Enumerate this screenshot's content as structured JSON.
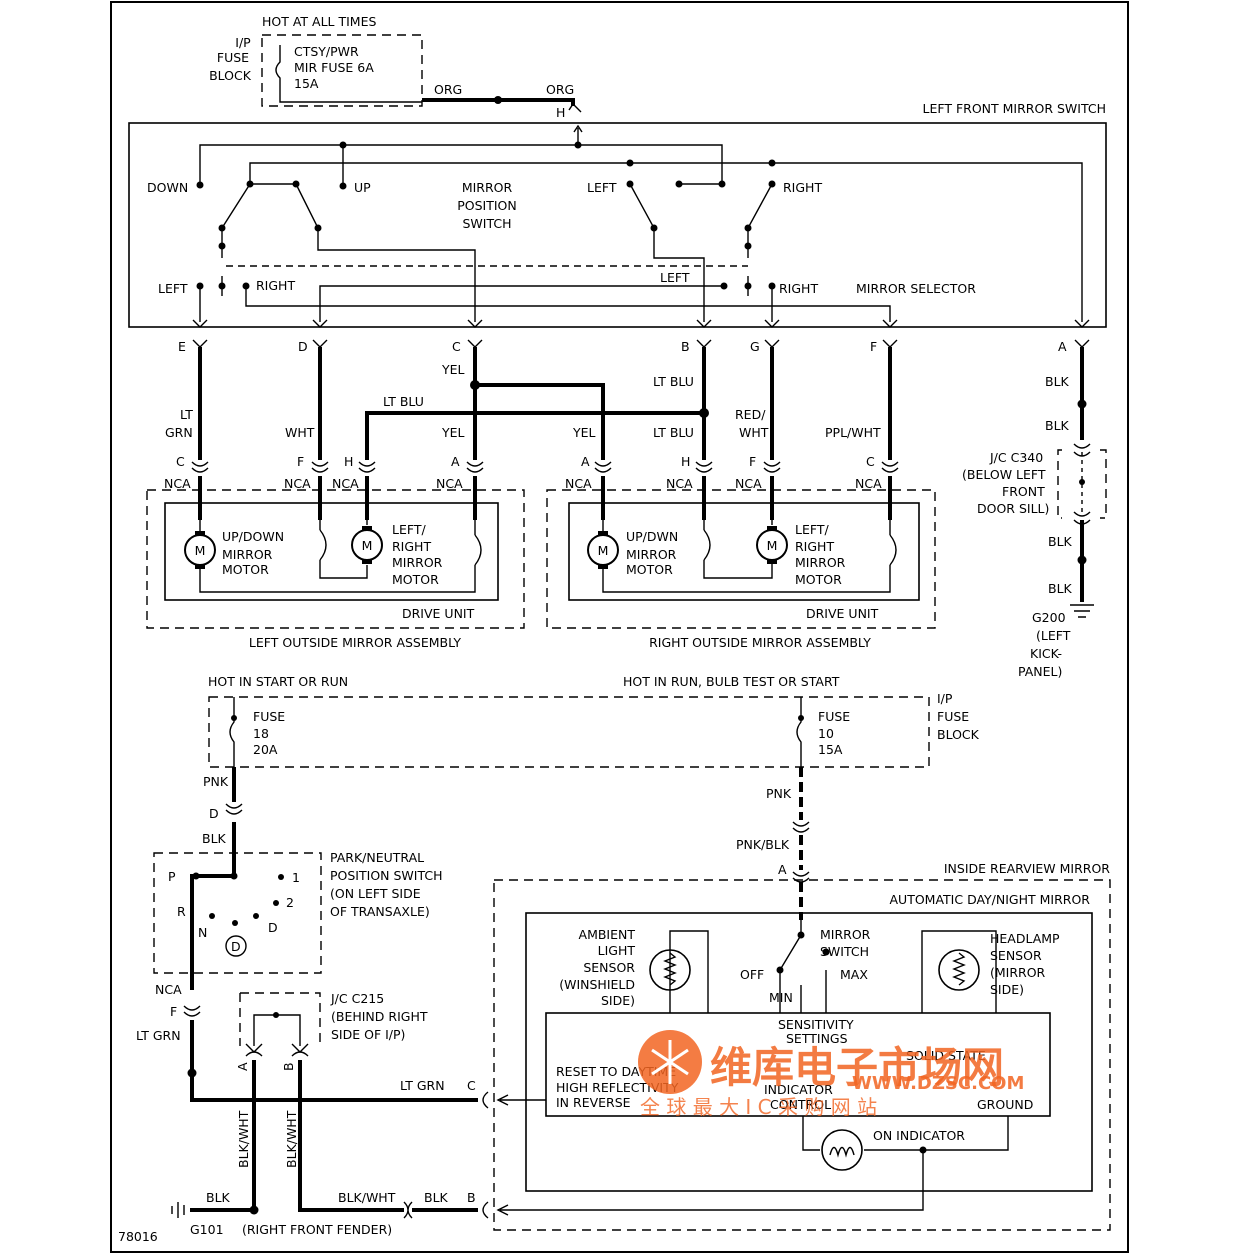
{
  "document_id": "78016",
  "colors": {
    "ink": "#000000",
    "background": "#ffffff",
    "watermark": "#f26522"
  },
  "top": {
    "ip_fuse_block": [
      "I/P",
      "FUSE",
      "BLOCK"
    ],
    "hot_at_all_times": "HOT AT ALL TIMES",
    "ctsy_fuse": [
      "CTSY/PWR",
      "MIR FUSE 6A",
      "15A"
    ],
    "org_left": "ORG",
    "org_right": "ORG",
    "pin_h": "H",
    "left_front_mirror_switch": "LEFT FRONT MIRROR SWITCH",
    "down": "DOWN",
    "up": "UP",
    "mirror_position_switch": [
      "MIRROR",
      "POSITION",
      "SWITCH"
    ],
    "left_top": "LEFT",
    "right_top": "RIGHT",
    "left_sel_a": "LEFT",
    "right_sel_a": "RIGHT",
    "left_sel_b": "LEFT",
    "right_sel_b": "RIGHT",
    "mirror_selector": "MIRROR SELECTOR",
    "pins": [
      "E",
      "D",
      "C",
      "B",
      "G",
      "F",
      "A"
    ],
    "lt_grn": [
      "LT",
      "GRN"
    ],
    "wht": "WHT",
    "lt_blu_top": "LT BLU",
    "yel_c": "YEL",
    "yel_a": "YEL",
    "lt_blu_b": "LT BLU",
    "yel_right": "YEL",
    "lt_blu_h": "LT BLU",
    "red_wht": [
      "RED/",
      "WHT"
    ],
    "ppl_wht": "PPL/WHT",
    "blk_1": "BLK",
    "blk_2": "BLK",
    "jc_c340": [
      "J/C C340",
      "(BELOW LEFT",
      "FRONT",
      "DOOR SILL)"
    ],
    "blk_3": "BLK",
    "blk_4": "BLK",
    "g200": [
      "G200",
      "(LEFT",
      "KICK-",
      "PANEL)"
    ],
    "conn_left": [
      "C",
      "F",
      "H",
      "A"
    ],
    "conn_right": [
      "A",
      "H",
      "F",
      "C"
    ],
    "nca": "NCA",
    "updown_motor_left": [
      "UP/DOWN",
      "MIRROR",
      "MOTOR"
    ],
    "leftright_motor_left": [
      "LEFT/",
      "RIGHT",
      "MIRROR",
      "MOTOR"
    ],
    "updown_motor_right": [
      "UP/DWN",
      "MIRROR",
      "MOTOR"
    ],
    "leftright_motor_right": [
      "LEFT/",
      "RIGHT",
      "MIRROR",
      "MOTOR"
    ],
    "motor_symbol": "M",
    "drive_unit": "DRIVE UNIT",
    "left_outside_assembly": "LEFT OUTSIDE MIRROR ASSEMBLY",
    "right_outside_assembly": "RIGHT OUTSIDE MIRROR ASSEMBLY"
  },
  "bottom": {
    "hot_start_run": "HOT IN START OR RUN",
    "hot_run_bulb": "HOT IN RUN, BULB TEST OR START",
    "fuse_18": [
      "FUSE",
      "18",
      "20A"
    ],
    "fuse_10": [
      "FUSE",
      "10",
      "15A"
    ],
    "ip_fuse_block": [
      "I/P",
      "FUSE",
      "BLOCK"
    ],
    "pnk_left": "PNK",
    "pin_d": "D",
    "blk_park": "BLK",
    "pnk_right": "PNK",
    "pnk_blk": "PNK/BLK",
    "pin_a": "A",
    "park_neutral": [
      "PARK/NEUTRAL",
      "POSITION SWITCH",
      "(ON LEFT SIDE",
      "OF TRANSAXLE)"
    ],
    "gears": [
      "P",
      "1",
      "2",
      "R",
      "N",
      "D",
      "D"
    ],
    "nca": "NCA",
    "pin_f": "F",
    "lt_grn": "LT GRN",
    "jc_c215": [
      "J/C C215",
      "(BEHIND RIGHT",
      "SIDE OF I/P)"
    ],
    "pin_ab": [
      "A",
      "B"
    ],
    "blk_wht_a": "BLK/WHT",
    "blk_wht_b": "BLK/WHT",
    "lt_grn_c": "LT GRN",
    "pin_c": "C",
    "blk_g101": "BLK",
    "g101": "G101",
    "right_front_fender": "(RIGHT FRONT FENDER)",
    "blk_wht_bottom": "BLK/WHT",
    "blk_bottom": "BLK",
    "pin_b": "B",
    "inside_rearview_mirror": "INSIDE REARVIEW MIRROR",
    "automatic_day_night": "AUTOMATIC DAY/NIGHT MIRROR",
    "ambient_light_sensor": [
      "AMBIENT",
      "LIGHT",
      "SENSOR",
      "(WINSHIELD",
      "SIDE)"
    ],
    "mirror_switch": [
      "MIRROR",
      "SWITCH"
    ],
    "off": "OFF",
    "max": "MAX",
    "min": "MIN",
    "headlamp_sensor": [
      "HEADLAMP",
      "SENSOR",
      "(MIRROR",
      "SIDE)"
    ],
    "sensitivity_settings": [
      "SENSITIVITY",
      "SETTINGS"
    ],
    "solid_state": "SOLID STATE",
    "reset": [
      "RESET TO DAYTIME",
      "HIGH REFLECTIVITY",
      "IN REVERSE"
    ],
    "indicator_control": [
      "INDICATOR",
      "CONTROL"
    ],
    "ground": "GROUND",
    "on_indicator": "ON INDICATOR"
  },
  "watermark": {
    "cn_name": "维库电子市场网",
    "url": "WWW.DZSC.COM",
    "slogan": "全 球 最 大 I C 采 购 网 站"
  }
}
